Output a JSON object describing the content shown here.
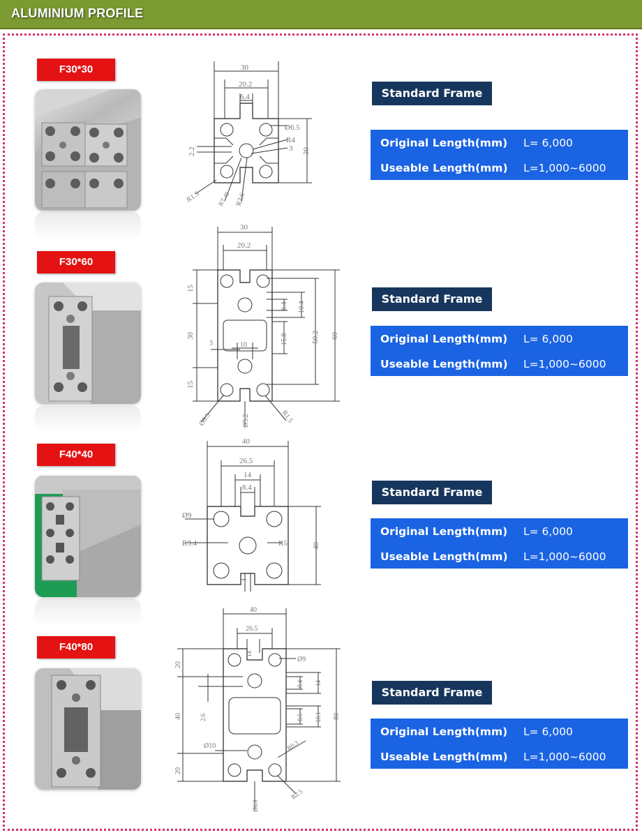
{
  "header": {
    "title": "ALUMINIUM PROFILE"
  },
  "colors": {
    "header_bg": "#7b9a32",
    "tag_bg": "#e41212",
    "standard_bg": "#17365d",
    "length_bg": "#1a63e3",
    "border": "#d4336a"
  },
  "profiles": [
    {
      "name": "F30*30",
      "standard_label": "Standard Frame",
      "original_label": "Original Length(mm)",
      "original_value": "L= 6,000",
      "useable_label": "Useable Length(mm)",
      "useable_value": "L=1,000~6000",
      "dims": {
        "width": "30",
        "slot_outer": "20.2",
        "slot": "6.4",
        "hole": "Ø6.5",
        "r4": "R4",
        "three": "3",
        "height": "30",
        "left": "2.2",
        "r15": "R1.5",
        "r7": "R7.49",
        "r26": "R2.6"
      }
    },
    {
      "name": "F30*60",
      "standard_label": "Standard Frame",
      "original_label": "Original Length(mm)",
      "original_value": "L= 6,000",
      "useable_label": "Useable Length(mm)",
      "useable_value": "L=1,000~6000",
      "dims": {
        "width": "30",
        "slot_outer": "20.2",
        "d15a": "15",
        "d30": "30",
        "d15b": "15",
        "d64": "6.4",
        "d104": "10.4",
        "d158": "15.8",
        "d502": "50.2",
        "d60": "60",
        "d10": "10",
        "d3": "3",
        "hole": "Ø6.5",
        "center": "Ø5.2",
        "r15": "R1.5"
      }
    },
    {
      "name": "F40*40",
      "standard_label": "Standard Frame",
      "original_label": "Original Length(mm)",
      "original_value": "L= 6,000",
      "useable_label": "Useable Length(mm)",
      "useable_value": "L=1,000~6000",
      "dims": {
        "width": "40",
        "slot_outer": "26.5",
        "d14": "14",
        "d84": "8.4",
        "hole": "Ø9",
        "r34": "R3.4",
        "r5": "R5",
        "height": "40",
        "d4": "4"
      }
    },
    {
      "name": "F40*80",
      "standard_label": "Standard Frame",
      "original_label": "Original Length(mm)",
      "original_value": "L= 6,000",
      "useable_label": "Useable Length(mm)",
      "useable_value": "L=1,000~6000",
      "dims": {
        "width": "40",
        "slot_outer": "26.5",
        "d14": "14",
        "hole": "Ø9",
        "d20a": "20",
        "d40": "40",
        "d20b": "20",
        "d84": "8.4",
        "d14b": "14",
        "d85": "8.5",
        "d101": "10.1",
        "d80": "80",
        "d26": "2.6",
        "d10": "Ø10",
        "r03": "R0.3",
        "r25": "R2.5",
        "center": "Ø6.8"
      }
    }
  ]
}
